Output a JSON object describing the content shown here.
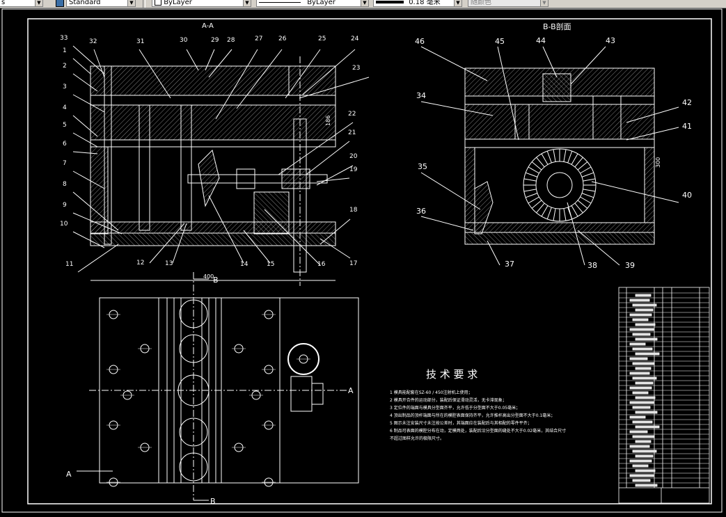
{
  "toolbar": {
    "left_clip": "s",
    "text_style": "Standard",
    "layer": "ByLayer",
    "linetype": "ByLayer",
    "lineweight": "0.18 毫米",
    "color": "随颜色"
  },
  "drawing": {
    "section_aa": "A-A",
    "section_bb": "B-B剖面",
    "dim_400": "400",
    "dim_300": "300",
    "dim_186": "186",
    "section_mark_b": "B",
    "section_mark_a": "A",
    "callouts_left": [
      "33",
      "1",
      "2",
      "3",
      "4",
      "5",
      "6",
      "7",
      "8",
      "9",
      "10",
      "11"
    ],
    "callouts_top": [
      "32",
      "31",
      "30",
      "29",
      "28",
      "27",
      "26",
      "25",
      "24"
    ],
    "callouts_right": [
      "23",
      "22",
      "21",
      "20",
      "19",
      "18",
      "17"
    ],
    "callouts_bottom": [
      "12",
      "13",
      "14",
      "15",
      "16"
    ],
    "callouts_bb": {
      "c46": "46",
      "c45": "45",
      "c44": "44",
      "c43": "43",
      "c34": "34",
      "c42": "42",
      "c41": "41",
      "c35": "35",
      "c40": "40",
      "c36": "36",
      "c37": "37",
      "c38": "38",
      "c39": "39"
    },
    "tech_title": "技 术 要 求",
    "tech_notes": [
      "1  模具能配套在SZ-60 / 450注射机上使用；",
      "2  模具开合件的运动部分，装配后保证滑动灵活，无卡滞现象；",
      "3  定位件的端面与模具分型面齐平，允许低于分型面不大于0.05毫米；",
      "4  顶出制品的顶杆端面与所在的模腔表面保持齐平，允许推杆高出分型面不大于0.1毫米；",
      "5  图示未注安装尺寸未注按公差时，其端面应在装配后与其相配的零件平齐；",
      "6  制品可表面的模腔分布在动，定模两处，装配后沿分型面的缝处不大于0.02毫米，其结合尺寸",
      "    不超过图样允许的极限尺寸。"
    ]
  },
  "colors": {
    "background": "#000000",
    "line": "#ffffff",
    "hatch": "#c8c8c8",
    "toolbar": "#d4d0c8"
  }
}
